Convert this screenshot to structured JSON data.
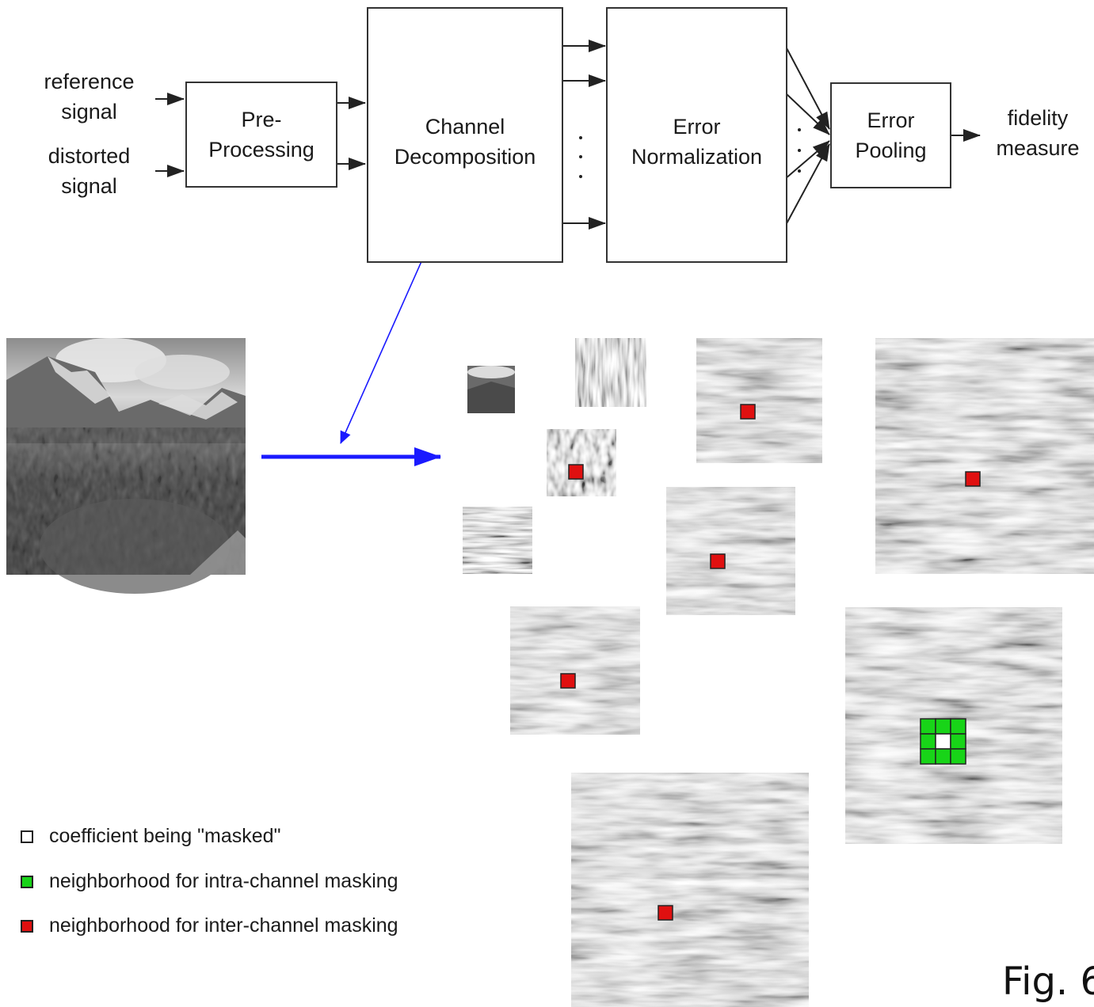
{
  "inputs": {
    "reference": "reference\nsignal",
    "distorted": "distorted\nsignal"
  },
  "blocks": {
    "preprocessing": "Pre-\nProcessing",
    "channel_decomposition": "Channel\nDecomposition",
    "error_normalization": "Error\nNormalization",
    "error_pooling": "Error\nPooling"
  },
  "output": "fidelity\nmeasure",
  "legend": [
    {
      "text": "coefficient being \"masked\"",
      "color": "#ffffff"
    },
    {
      "text": "neighborhood for intra-channel masking",
      "color": "#18d418"
    },
    {
      "text": "neighborhood for inter-channel masking",
      "color": "#e01010"
    }
  ],
  "figure_label": "Fig. 6",
  "colors": {
    "arrow_blue": "#1a1aff",
    "inter_marker": "#e01010",
    "intra_marker": "#18d418",
    "line": "#222222"
  }
}
